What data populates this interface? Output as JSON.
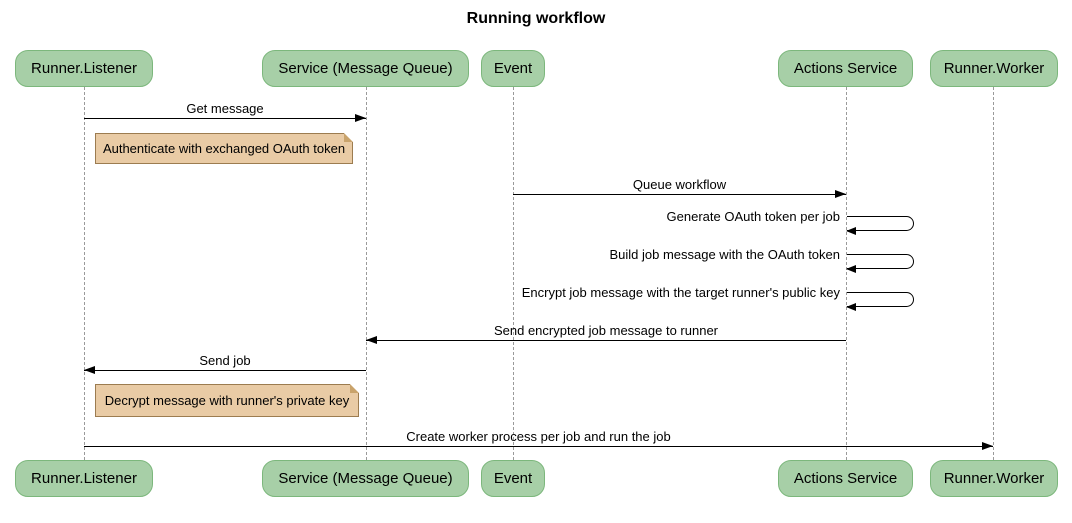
{
  "title": "Running workflow",
  "colors": {
    "actor_fill": "#a7cfa7",
    "actor_border": "#7cb77c",
    "note_fill": "#e9cba5",
    "note_border": "#9c7c50",
    "note_fold": "#c9a36b",
    "lifeline": "#9a9a9a",
    "arrow": "#000000",
    "text": "#000000",
    "background": "#ffffff"
  },
  "actors": [
    {
      "label": "Runner.Listener"
    },
    {
      "label": "Service (Message Queue)"
    },
    {
      "label": "Event"
    },
    {
      "label": "Actions Service"
    },
    {
      "label": "Runner.Worker"
    }
  ],
  "messages": [
    {
      "label": "Get message",
      "from": "Runner.Listener",
      "to": "Service (Message Queue)"
    },
    {
      "label": "Queue workflow",
      "from": "Event",
      "to": "Actions Service"
    },
    {
      "label": "Generate OAuth token per job",
      "from": "Actions Service",
      "to": "Actions Service"
    },
    {
      "label": "Build job message with the OAuth token",
      "from": "Actions Service",
      "to": "Actions Service"
    },
    {
      "label": "Encrypt job message with the target runner's public key",
      "from": "Actions Service",
      "to": "Actions Service"
    },
    {
      "label": "Send encrypted job message to runner",
      "from": "Actions Service",
      "to": "Service (Message Queue)"
    },
    {
      "label": "Send job",
      "from": "Service (Message Queue)",
      "to": "Runner.Listener"
    },
    {
      "label": "Create worker process per job and run the job",
      "from": "Runner.Listener",
      "to": "Runner.Worker"
    }
  ],
  "notes": [
    {
      "text": "Authenticate with exchanged OAuth token"
    },
    {
      "text": "Decrypt message with runner's private key"
    }
  ]
}
